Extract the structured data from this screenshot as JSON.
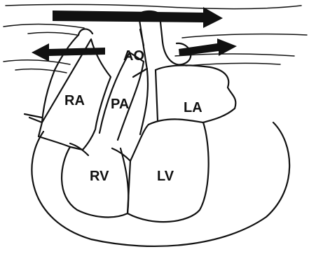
{
  "labels": {
    "ra": "RA",
    "pa": "PA",
    "ao": "AO",
    "la": "LA",
    "rv": "RV",
    "lv": "LV"
  },
  "colors": {
    "ink": "#111111",
    "background": "#ffffff"
  }
}
